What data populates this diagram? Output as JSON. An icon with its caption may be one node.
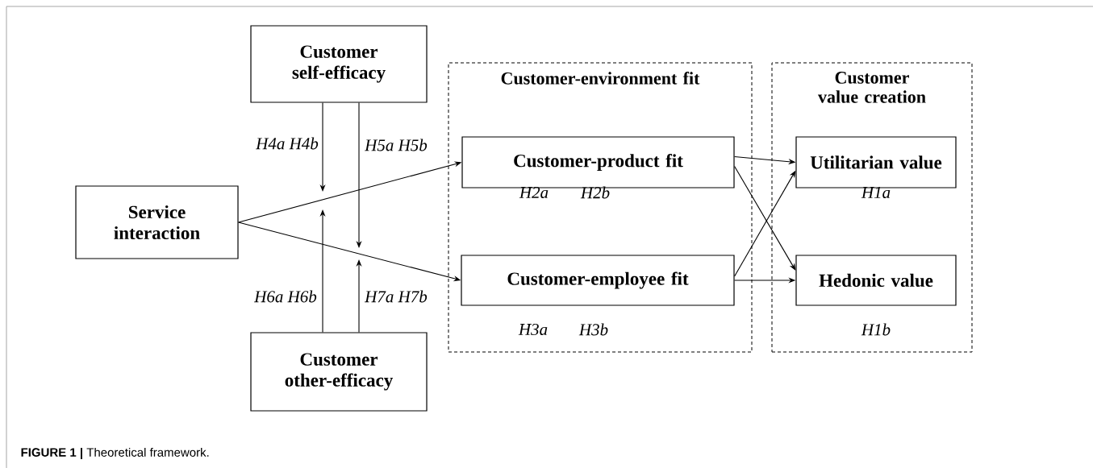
{
  "diagram": {
    "caption": "**FIGURE 1 |** Theoretical framework.",
    "nodes": [
      {
        "text": [
          "Customer self-efficacy"
        ]
      },
      {
        "text": [
          "Service interaction"
        ]
      },
      {
        "text": [
          "Customer-environment fit"
        ]
      },
      {
        "text": [
          "Customer-product fit"
        ],
        "in": 2
      },
      {
        "text": [
          "Customer-employee fit"
        ],
        "in": 2
      },
      {
        "text": [
          "Customer value creation"
        ]
      },
      {
        "text": [
          "Utilitarian value"
        ],
        "in": 5
      },
      {
        "text": [
          "Hedonic value"
        ],
        "in": 5
      },
      {
        "text": [
          "Customer other-efficacy"
        ]
      }
    ],
    "edges": [
      {
        "from": 1,
        "to": 3,
        "arrow": "to"
      },
      {
        "from": 1,
        "to": 4,
        "arrow": "to"
      },
      {
        "from": 0,
        "to": null,
        "arrow": "to",
        "label": "H4a H4b"
      },
      {
        "from": 0,
        "to": null,
        "arrow": "to",
        "label": "H5a H5b"
      },
      {
        "from": 8,
        "to": null,
        "arrow": "to",
        "label": "H6a H6b"
      },
      {
        "from": 8,
        "to": null,
        "arrow": "to",
        "label": "H7a H7b"
      },
      {
        "from": 3,
        "to": 6,
        "arrow": "to"
      },
      {
        "from": 3,
        "to": 7,
        "arrow": "to"
      },
      {
        "from": 4,
        "to": 6,
        "arrow": "to"
      },
      {
        "from": 4,
        "to": 7,
        "arrow": "to"
      }
    ],
    "labels": [
      "H2a",
      "H2b",
      "H3a",
      "H3b",
      "H1a",
      "H1b"
    ]
  }
}
